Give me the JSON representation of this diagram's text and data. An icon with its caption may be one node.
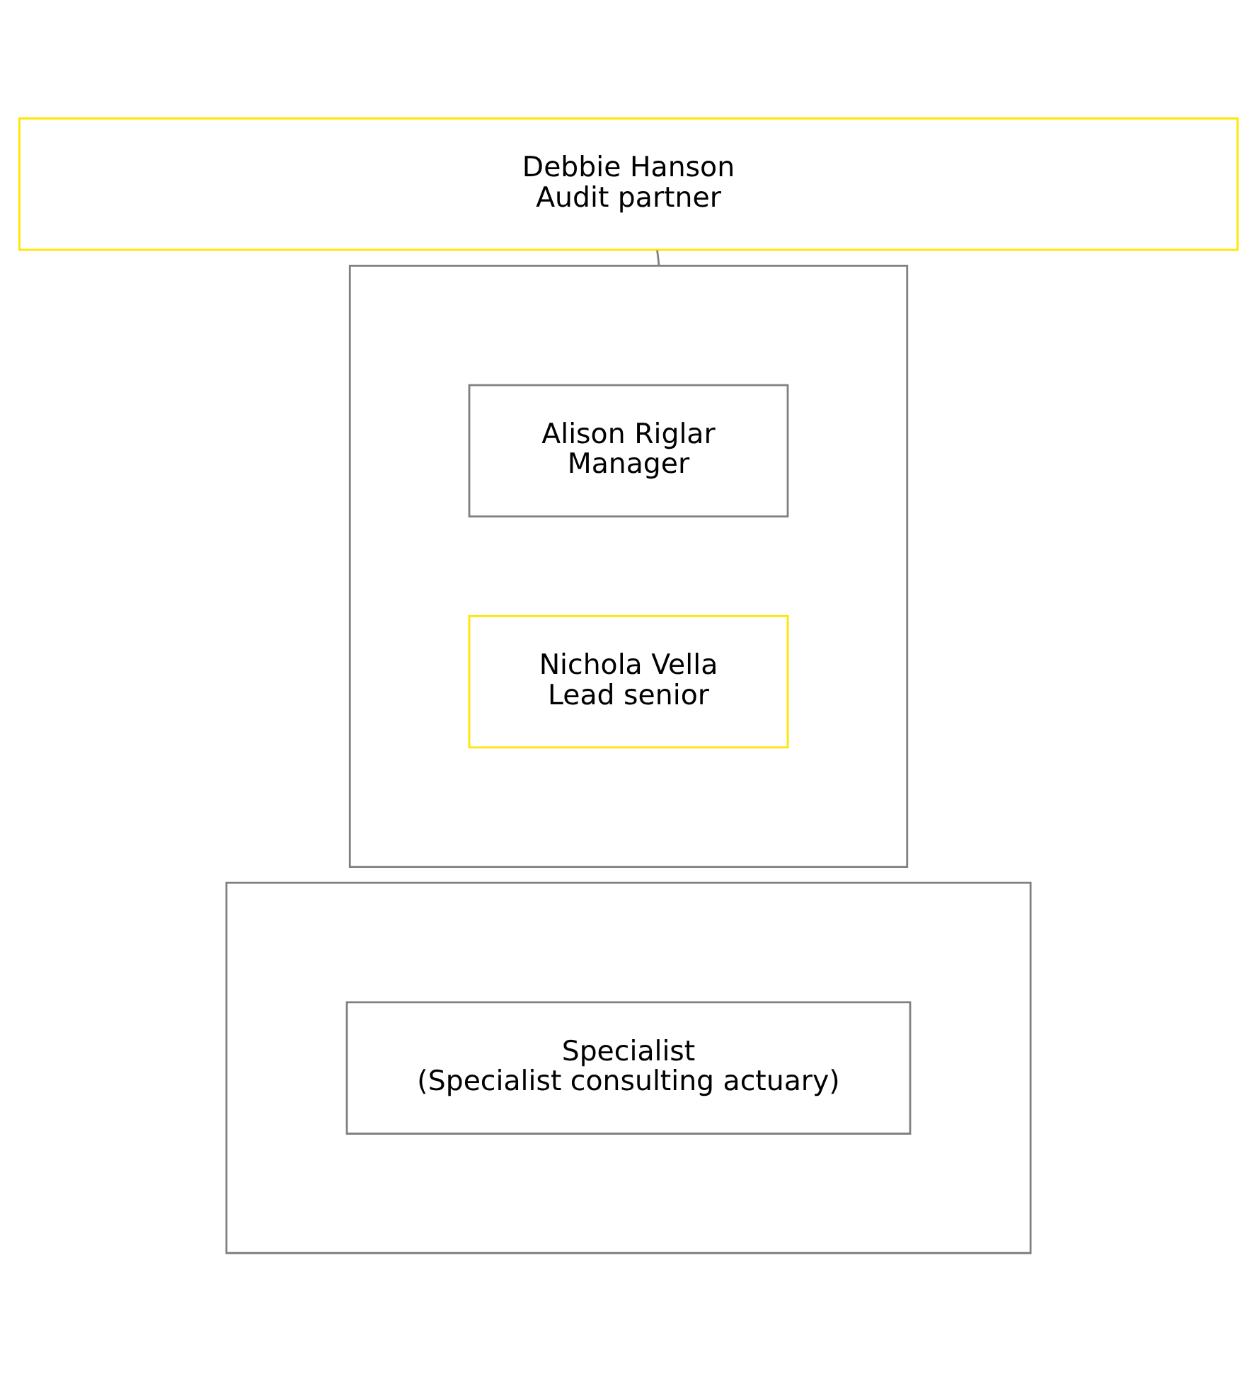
{
  "diagram": {
    "nodes": [
      {
        "text": [
          "Debbie Hanson",
          "Audit partner"
        ]
      },
      {
        "text": [],
        "shape": "box"
      },
      {
        "text": [
          "Alison Riglar",
          "Manager"
        ],
        "in": 1
      },
      {
        "text": [
          "Nichola Vella",
          "Lead senior"
        ],
        "in": 1
      },
      {
        "text": [],
        "shape": "box"
      },
      {
        "text": [
          "Specialist",
          "(Specialist consulting actuary)"
        ],
        "in": 4
      }
    ],
    "edges": [
      {
        "from": 0,
        "to": 1,
        "arrow": "none"
      }
    ]
  }
}
